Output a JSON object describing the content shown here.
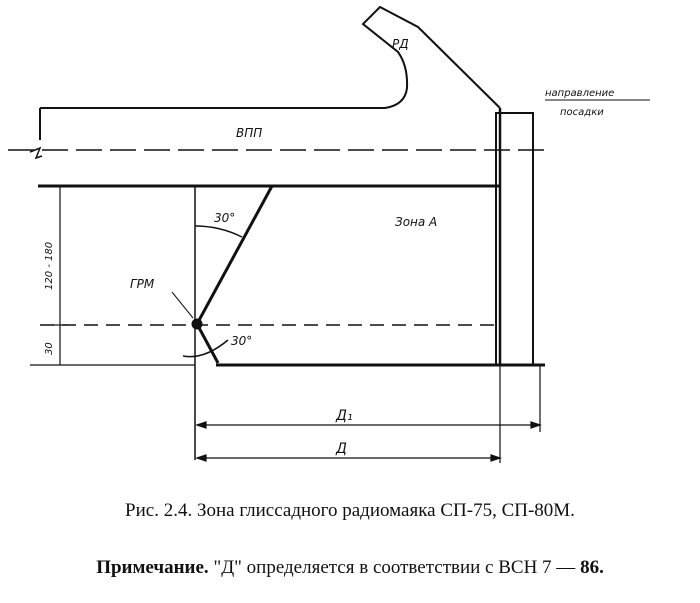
{
  "diagram": {
    "labels": {
      "rd": "РД",
      "direction_line1": "направление",
      "direction_line2": "посадки",
      "vpp": "ВПП",
      "zone_a": "Зона А",
      "grm": "ГРМ",
      "angle_top": "30°",
      "angle_bottom": "30°",
      "dim_vertical_top": "120 - 180",
      "dim_vertical_bottom": "30",
      "dim_d1": "Д₁",
      "dim_d": "Д"
    }
  },
  "caption": {
    "text": "Рис. 2.4. Зона глиссадного радиомаяка СП-75, СП-80М."
  },
  "note": {
    "heading": "Примечание.",
    "text": " \"Д\" определяется в соответствии с ВСН 7 — ",
    "number": "86."
  }
}
